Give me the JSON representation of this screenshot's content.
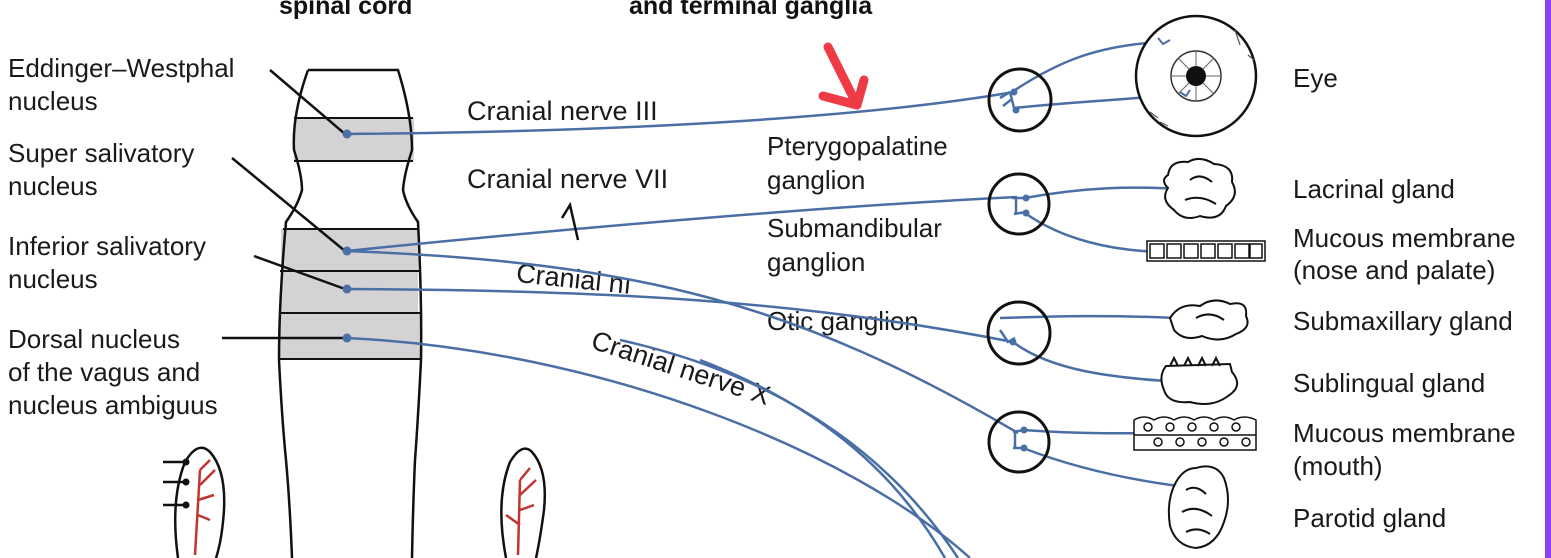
{
  "headers": {
    "left": "spinal cord",
    "right": "and terminal ganglia"
  },
  "nuclei": [
    {
      "id": "ew",
      "lines": [
        "Eddinger–Westphal",
        "nucleus"
      ]
    },
    {
      "id": "ss",
      "lines": [
        "Super salivatory",
        "nucleus"
      ]
    },
    {
      "id": "is",
      "lines": [
        "Inferior salivatory",
        "nucleus"
      ]
    },
    {
      "id": "dv",
      "lines": [
        "Dorsal nucleus",
        "of the vagus and",
        "nucleus ambiguus"
      ]
    }
  ],
  "nerves": {
    "iii": "Cranial nerve III",
    "vii": "Cranial nerve VII",
    "ix": "Cranial nı",
    "x": "Cranial nerve X"
  },
  "ganglia": {
    "pterygopalatine": [
      "Pterygopalatine",
      "ganglion"
    ],
    "submandibular": [
      "Submandibular",
      "ganglion"
    ],
    "otic": "Otic ganglion"
  },
  "targets": {
    "eye": "Eye",
    "lacrimal": "Lacrinal gland",
    "mucous_nose": [
      "Mucous membrane",
      "(nose and palate)"
    ],
    "submaxillary": "Submaxillary gland",
    "sublingual": "Sublingual gland",
    "mucous_mouth": [
      "Mucous membrane",
      "(mouth)"
    ],
    "parotid": "Parotid gland"
  },
  "colors": {
    "nerve": "#4a6fa5",
    "arrow": "#ee3b45",
    "band": "#d3d3d6",
    "frame": "#8e3ff6",
    "vessel": "#c0352f"
  }
}
